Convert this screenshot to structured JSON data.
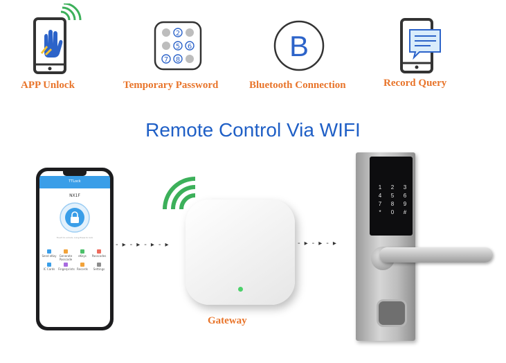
{
  "features": [
    {
      "label": "APP Unlock",
      "icon": "phone-hand-wifi-icon"
    },
    {
      "label": "Temporary Password",
      "icon": "keypad-icon"
    },
    {
      "label": "Bluetooth Connection",
      "icon": "bluetooth-icon",
      "glyph": "B"
    },
    {
      "label": "Record Query",
      "icon": "phone-message-icon"
    }
  ],
  "keypad_digits": [
    "2",
    "5",
    "6",
    "7",
    "8"
  ],
  "title": "Remote Control Via WIFI",
  "phone": {
    "app_name": "TTLock",
    "lock_name": "NX1F",
    "hint": "Touch to unlock, Long Press to lock",
    "menu": [
      "Send eKey",
      "Generate Passcode",
      "eKeys",
      "Passcodes",
      "IC Cards",
      "Fingerprints",
      "Records",
      "Settings"
    ]
  },
  "gateway_label": "Gateway",
  "lock_keys": [
    "1",
    "2",
    "3",
    "4",
    "5",
    "6",
    "7",
    "8",
    "9",
    "*",
    "0",
    "#"
  ],
  "colors": {
    "accent_orange": "#e8742a",
    "title_blue": "#1f5fc6",
    "wifi_green": "#3cb05a",
    "icon_stroke": "#333333",
    "app_blue": "#3a9ee8"
  }
}
